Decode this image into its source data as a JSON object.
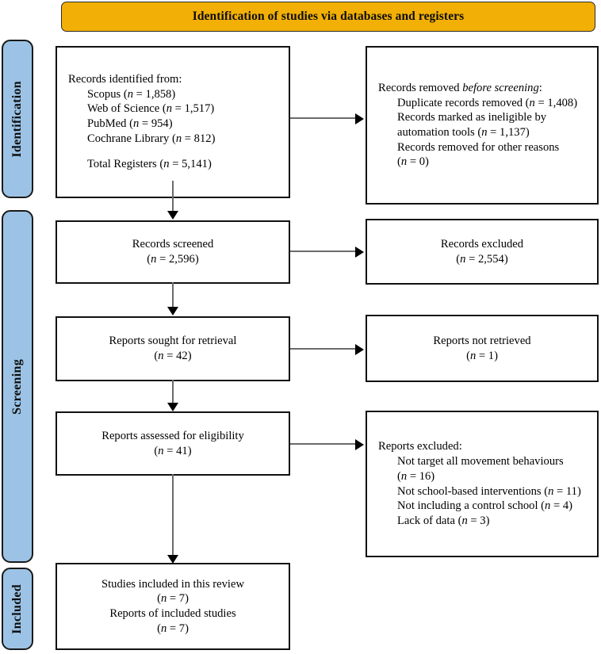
{
  "banner": {
    "title": "Identification of studies via databases and registers"
  },
  "stages": {
    "identification": "Identification",
    "screening": "Screening",
    "included": "Included"
  },
  "boxes": {
    "records_identified": {
      "heading": "Records identified from:",
      "sources": [
        {
          "label": "Scopus",
          "n": "1,858"
        },
        {
          "label": "Web of Science",
          "n": "1,517"
        },
        {
          "label": "PubMed",
          "n": "954"
        },
        {
          "label": "Cochrane Library",
          "n": "812"
        }
      ],
      "total_label": "Total Registers",
      "total_n": "5,141"
    },
    "records_removed": {
      "heading_plain": "Records removed ",
      "heading_italic": "before screening",
      "heading_suffix": ":",
      "reasons": [
        {
          "label": "Duplicate records removed",
          "n": "1,408"
        },
        {
          "label": "Records marked as ineligible by automation tools",
          "n": "1,137"
        },
        {
          "label": "Records removed for other reasons",
          "n": "0"
        }
      ]
    },
    "records_screened": {
      "label": "Records screened",
      "n": "2,596"
    },
    "records_excluded": {
      "label": "Records excluded",
      "n": "2,554"
    },
    "reports_sought": {
      "label": "Reports sought for retrieval",
      "n": "42"
    },
    "reports_not_retrieved": {
      "label": "Reports not retrieved",
      "n": "1"
    },
    "reports_assessed": {
      "label": "Reports assessed for eligibility",
      "n": "41"
    },
    "reports_excluded": {
      "heading": "Reports excluded:",
      "reasons": [
        {
          "label": "Not target all movement behaviours",
          "n": "16"
        },
        {
          "label": "Not school-based interventions",
          "n": "11"
        },
        {
          "label": "Not including a control school",
          "n": "4"
        },
        {
          "label": "Lack of data",
          "n": "3"
        }
      ]
    },
    "studies_included": {
      "line1_label": "Studies included in this review",
      "line1_n": "7",
      "line2_label": "Reports of included studies",
      "line2_n": "7"
    }
  },
  "colors": {
    "banner_fill": "#F2B006",
    "stage_fill": "#9CC3E5",
    "box_border": "#111111",
    "connector": "#6B6B6B",
    "arrowhead": "#000000"
  }
}
